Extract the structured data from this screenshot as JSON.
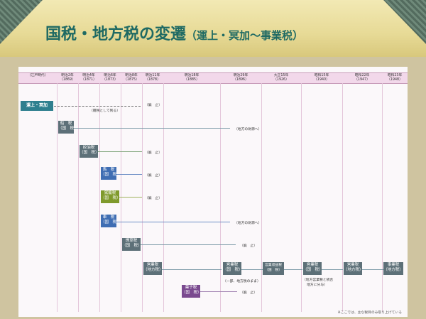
{
  "title": "国税・地方税の変遷",
  "subtitle": "（運上・冥加〜事業税）",
  "timeline": [
    [
      "（江戸時代）"
    ],
    [
      "明治2年",
      "（1869）"
    ],
    [
      "明治4年",
      "（1871）"
    ],
    [
      "明治6年",
      "（1873）"
    ],
    [
      "明治8年",
      "（1875）"
    ],
    [
      "明治11年",
      "（1878）"
    ],
    [
      "明治18年",
      "（1885）"
    ],
    [
      "明治29年",
      "（1896）"
    ],
    [
      "大正15年",
      "（1926）"
    ],
    [
      "昭和15年",
      "（1940）"
    ],
    [
      "昭和22年",
      "（1947）"
    ],
    [
      "昭和23年",
      "（1948）"
    ]
  ],
  "items": {
    "unjo": "運上・冥加",
    "zatsuzei_note": "（雑税として残る）",
    "haishi": "（廃　止）",
    "sen": "船　税",
    "sen_sub": "（国　税）",
    "chiho_note": "（地方の財源へ）",
    "koyu": "絞油税",
    "koyu_sub": "（国　税）",
    "uma": "馬　税",
    "uma_sub": "（国　税）",
    "kagoka": "駕籠税",
    "kagoka_sub": "（国　税）",
    "sha": "車　税",
    "sha_sub": "（国　税）",
    "tabako": "煙草税",
    "tabako_sub": "（国　税）",
    "eigyo1": "営業税",
    "eigyo1_sub": "（地方税）",
    "eigyo2": "営業税",
    "eigyo2_sub": "（国　税）",
    "eigyo2_note": "（一部、地方税のまま）",
    "eigyo_shuzei": "営業収益税",
    "eigyo_shuzei_sub": "（国　税）",
    "eigyo3": "営業税",
    "eigyo3_sub": "（国　税）",
    "eigyo3_note": "（地方営業税と統合",
    "eigyo3_note2": "地方に分与）",
    "eigyo4": "営業税",
    "eigyo4_sub": "（地方税）",
    "jigyo": "事業税",
    "jigyo_sub": "（地方税）",
    "kashi": "菓子税",
    "kashi_sub": "（国　税）"
  },
  "footer_note": "※ここでは、主な税目のみ取り上げている",
  "colors": {
    "title": "#1f6a63",
    "header": "#f2d8ea",
    "teal_box": "#2f7f8f",
    "gray_box": "#5d7078",
    "blue_box": "#3f6eb3",
    "olive_box": "#7f9a2c",
    "purple_box": "#7a4a8f"
  }
}
